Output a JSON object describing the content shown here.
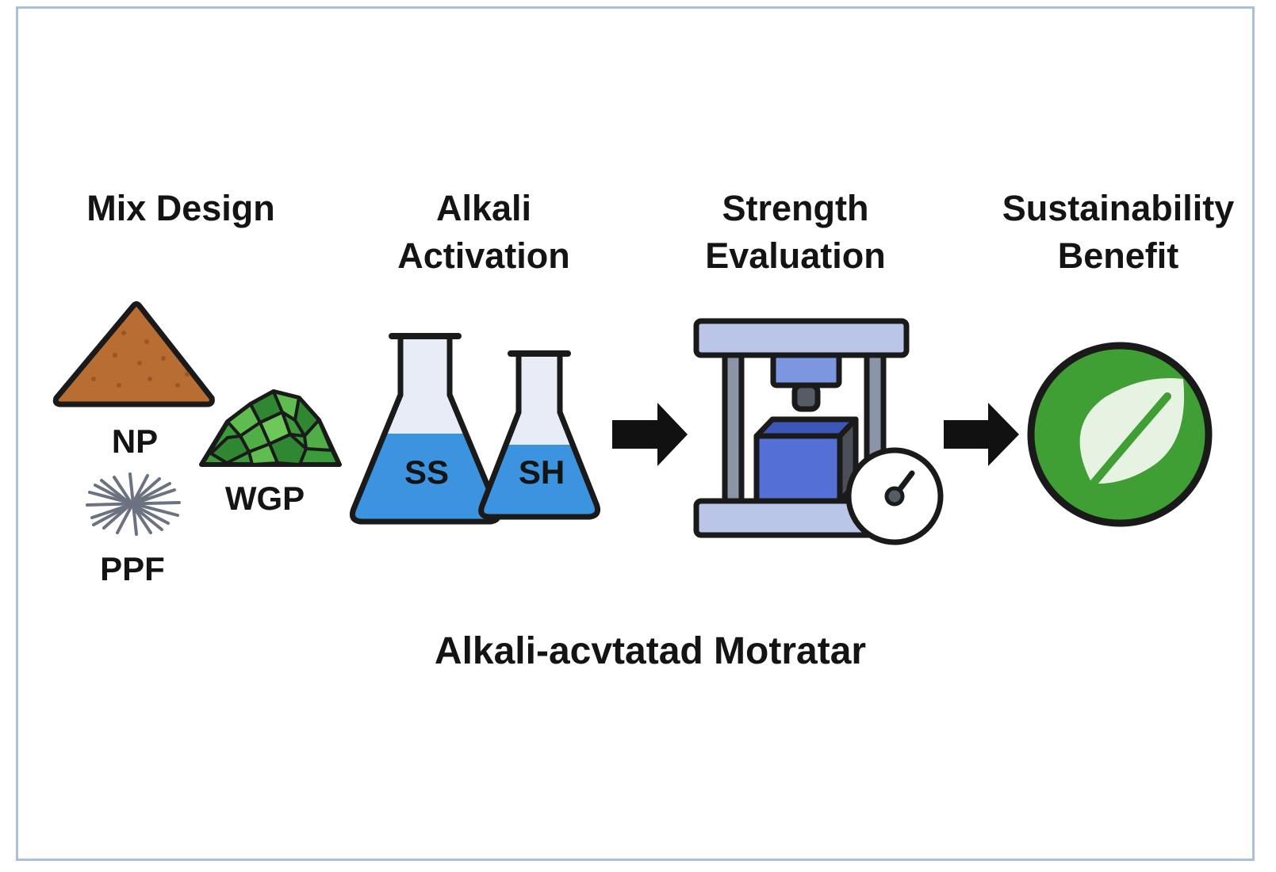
{
  "stages": [
    {
      "title_lines": [
        "Mix Design"
      ]
    },
    {
      "title_lines": [
        "Alkali",
        "Activation"
      ]
    },
    {
      "title_lines": [
        "Strength",
        "Evaluation"
      ]
    },
    {
      "title_lines": [
        "Sustainability",
        "Benefit"
      ]
    }
  ],
  "materials": {
    "np": "NP",
    "wgp": "WGP",
    "ppf": "PPF"
  },
  "flasks": {
    "ss": "SS",
    "sh": "SH"
  },
  "bottom_title": "Alkali-acvtatad Motratar",
  "colors": {
    "frame": "#a9bfe0",
    "sand": "#b86d33",
    "glass_green": "#3b9a3a",
    "liquid_blue": "#3c93df",
    "press_frame": "#b9c6e8",
    "specimen": "#5470d6",
    "leaf_circle": "#3f9e34",
    "arrow": "#111111"
  },
  "icons": [
    "sand-pile-icon",
    "glass-pile-icon",
    "fiber-icon",
    "flask-icon",
    "compression-press-icon",
    "gauge-icon",
    "leaf-icon",
    "arrow-right-icon"
  ]
}
